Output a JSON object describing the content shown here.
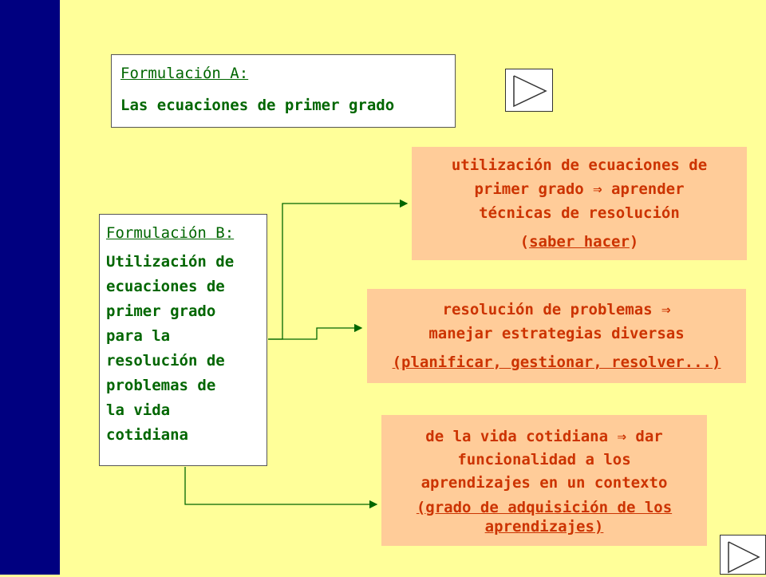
{
  "formulacion_a": {
    "label": "Formulación A:",
    "text": "Las ecuaciones de primer grado"
  },
  "formulacion_b": {
    "label": "Formulación B:",
    "lines": [
      "Utilización de",
      "ecuaciones de",
      "primer grado",
      "para la",
      "resolución de",
      "problemas de",
      "la vida",
      "cotidiana"
    ]
  },
  "box1": {
    "lines": [
      "utilización de ecuaciones de",
      "primer grado ⇒ aprender",
      "técnicas de resolución"
    ],
    "paren_open": "(",
    "underlined": "saber hacer",
    "paren_close": ")"
  },
  "box2": {
    "lines": [
      "resolución de problemas ⇒",
      "manejar estrategias diversas"
    ],
    "underlined": "(planificar, gestionar, resolver...)"
  },
  "box3": {
    "lines": [
      "de la vida cotidiana ⇒ dar",
      "funcionalidad a los",
      "aprendizajes en un contexto"
    ],
    "underlined": "(grado de adquisición de los aprendizajes)"
  },
  "colors": {
    "background": "#FFFF99",
    "sidebar": "#000080",
    "orange_box": "#FFCC99",
    "orange_text": "#CC3300",
    "green_text": "#006600"
  }
}
